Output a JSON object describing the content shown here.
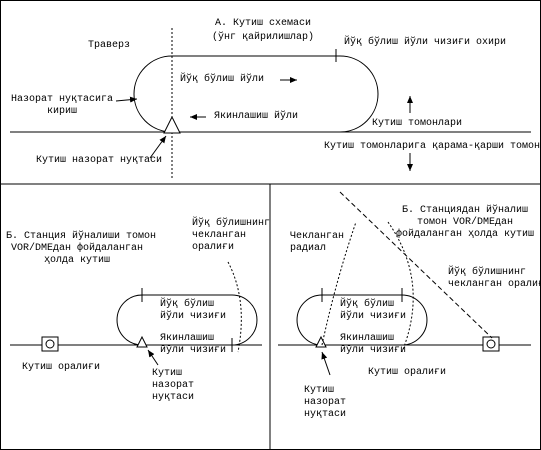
{
  "panel_a": {
    "title": "А. Кутиш схемаси",
    "subtitle": "(ўнг қайрилишлар)",
    "traverse": "Траверз",
    "outbound_end": "Йўқ бўлиш йўли чизиғи охири",
    "outbound_leg": "Йўқ бўлиш йўли",
    "entry": "Назорат нуқтасига\nкириш",
    "inbound_leg": "Якинлашиш йўли",
    "holding_side": "Кутиш томонлари",
    "fix": "Кутиш назорат нуқтаси",
    "non_holding_side": "Кутиш томонларига қарама-қарши томон"
  },
  "panel_b": {
    "title": "Б. Станция йўналиши томон\nVOR/DMEдан фойдаланган\nҳолда кутиш",
    "limit": "Йўқ бўлишнинг\nчекланган\nоралиғи",
    "outbound_leg": "Йўқ бўлиш\nйўли чизиғи",
    "inbound_leg": "Якинлашиш\nйўли чизиғи",
    "distance": "Кутиш оралиғи",
    "fix": "Кутиш\nназорат\nнуқтаси"
  },
  "panel_c": {
    "title": "Б. Станциядан йўналиш\nтомон VOR/DMEдан\nфойдаланган ҳолда кутиш",
    "radial": "Чекланган\nрадиал",
    "limit": "Йўқ бўлишнинг\nчекланган оралиғи",
    "outbound_leg": "Йўқ бўлиш\nйўли чизиғи",
    "inbound_leg": "Якинлашиш\nйўли чизиғи",
    "distance": "Кутиш оралиғи",
    "fix": "Кутиш\nназорат\nнуқтаси"
  }
}
